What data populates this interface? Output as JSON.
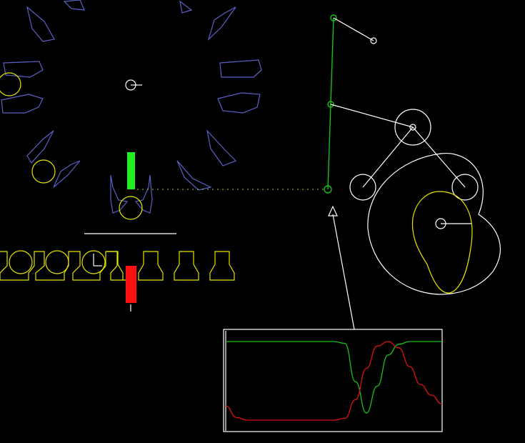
{
  "colors": {
    "background": "#000000",
    "star_wheel": "#5b60c6",
    "container": "#e6e600",
    "linkage": "#ffffff",
    "upper_pusher": "#22ee22",
    "lower_pusher": "#ff1111",
    "follower_rod": "#19c019",
    "dotted_guide": "#a8d04a",
    "curve_green": "#19c019",
    "curve_red": "#dd1111"
  },
  "chart_data": {
    "type": "line",
    "x": [
      0,
      0.05,
      0.1,
      0.15,
      0.2,
      0.25,
      0.3,
      0.35,
      0.4,
      0.45,
      0.5,
      0.55,
      0.6,
      0.65,
      0.7,
      0.75,
      0.8,
      0.85,
      0.9,
      0.95,
      1.0
    ],
    "series": [
      {
        "values": [
          1,
          1,
          1,
          1,
          1,
          1,
          1,
          1,
          1,
          1,
          1,
          0.98,
          0.55,
          0.2,
          0.5,
          0.85,
          0.97,
          1,
          1,
          1,
          1
        ],
        "color_key": "curve_green"
      },
      {
        "values": [
          0.28,
          0.15,
          0.12,
          0.12,
          0.12,
          0.12,
          0.12,
          0.12,
          0.12,
          0.12,
          0.12,
          0.14,
          0.35,
          0.7,
          0.95,
          1.0,
          0.93,
          0.72,
          0.52,
          0.4,
          0.3
        ],
        "color_key": "curve_red"
      }
    ],
    "ylim": [
      0,
      1.12
    ],
    "xlim": [
      0,
      1
    ],
    "grid": false
  }
}
